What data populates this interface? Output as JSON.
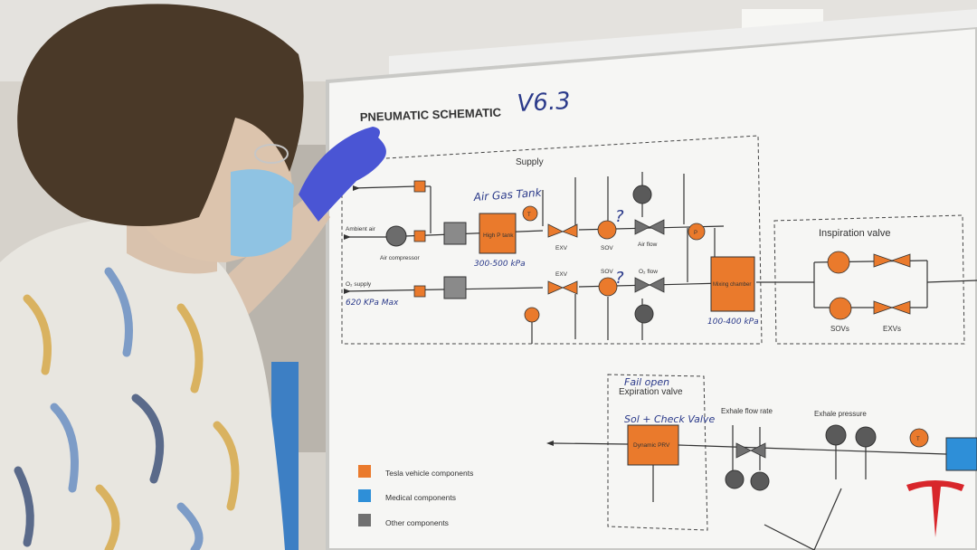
{
  "board": {
    "title": "PNEUMATIC SCHEMATIC",
    "version_handwritten": "V6.3"
  },
  "supply": {
    "title": "Supply",
    "ambient_air": "Ambient air",
    "air_compressor": "Air compressor",
    "o2_supply": "O₂ supply",
    "o2_pressure_handwritten": "620 KPa Max",
    "tank": "High P tank",
    "tank_note_handwritten": "Air Gas Tank",
    "tank_pressure_handwritten": "300-500 kPa",
    "exv_top": "EXV",
    "exv_bottom": "EXV",
    "sov_top": "SOV",
    "sov_bottom": "SOV",
    "air_flow": "Air flow",
    "o2_flow": "O₂ flow",
    "mixing_chamber": "Mixing chamber",
    "mixing_pressure_handwritten": "100-400 kPa",
    "question_mark": "?",
    "sensor_p": "P",
    "sensor_t": "T"
  },
  "inspiration": {
    "title": "Inspiration valve",
    "sovs": "SOVs",
    "exvs": "EXVs"
  },
  "expiration": {
    "note_handwritten": "Fail open",
    "title": "Expiration valve",
    "sol_note_handwritten": "Sol + Check Valve",
    "prv": "Dynamic PRV",
    "exhale_flow_rate": "Exhale flow rate",
    "exhale_pressure": "Exhale pressure",
    "sensor_t": "T"
  },
  "legend": [
    {
      "label": "Tesla vehicle components",
      "color": "#ea7a2c"
    },
    {
      "label": "Medical components",
      "color": "#2e8fd8"
    },
    {
      "label": "Other components",
      "color": "#707070"
    }
  ],
  "colors": {
    "tesla_orange": "#ea7a2c",
    "medical_blue": "#2e8fd8",
    "other_gray": "#707070",
    "tesla_red": "#d8262b"
  },
  "logo": "tesla-t-logo"
}
